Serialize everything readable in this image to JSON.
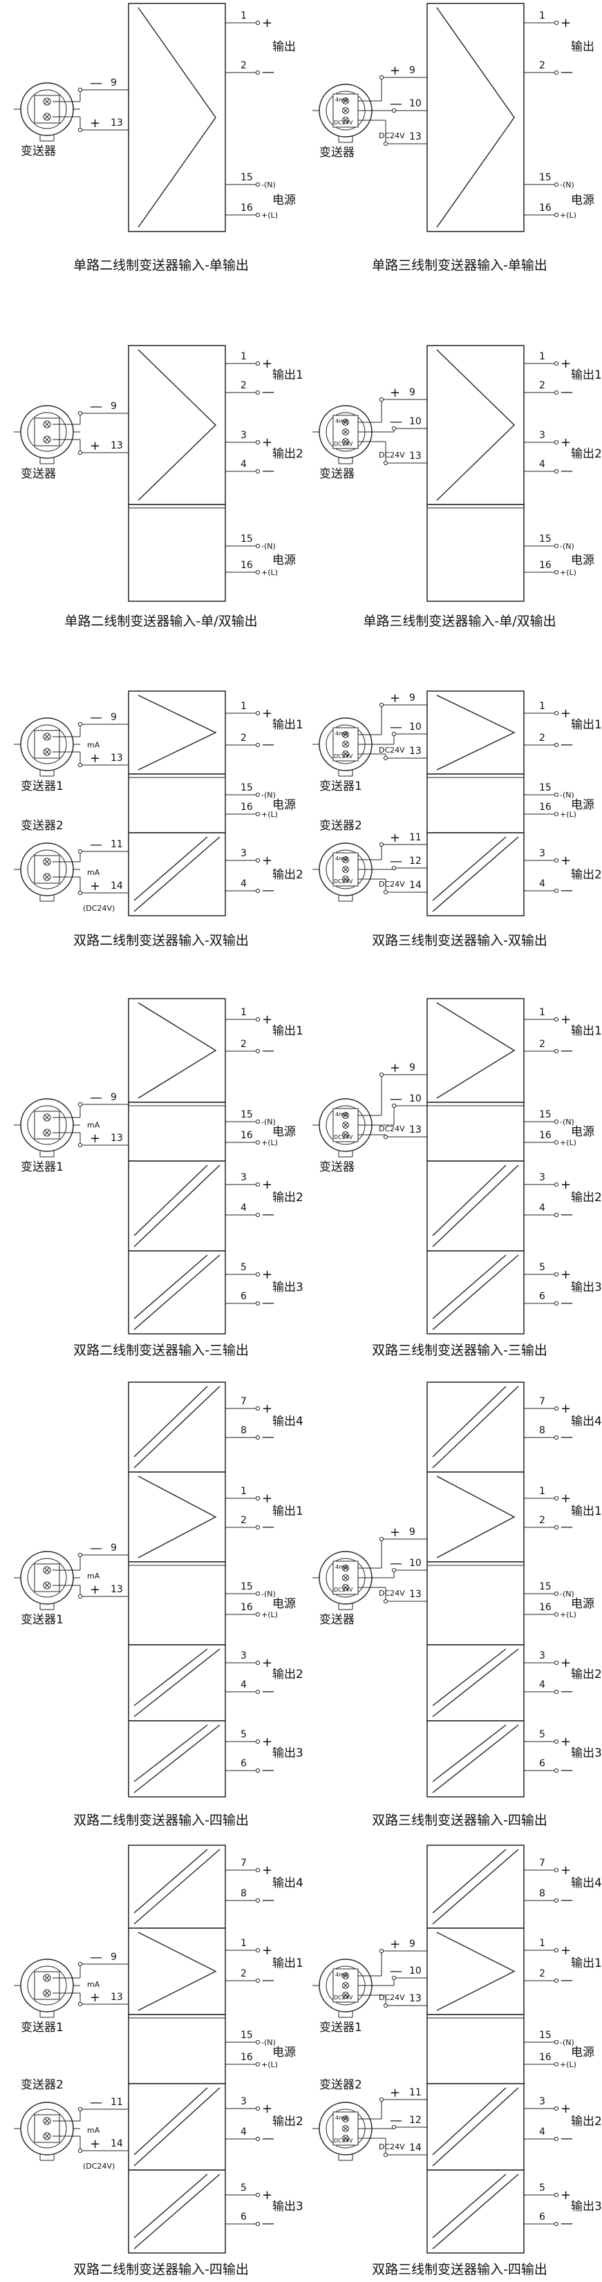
{
  "labels": {
    "output": "输出",
    "output_1": "输出1",
    "output_2": "输出2",
    "output_3": "输出3",
    "output_4": "输出4",
    "power": "电源",
    "neg_n": "-(N)",
    "pos_l": "+(L)",
    "transmitter": "变送器",
    "transmitter_1": "变送器1",
    "transmitter_2": "变送器2",
    "dc24v": "DC24V",
    "dc24v_paren": "(DC24V)",
    "ma": "mA",
    "four_ma": "4mA",
    "plus": "+",
    "minus": "—"
  },
  "diagrams": [
    {
      "caption": "单路二线制变送器输入-单输出"
    },
    {
      "caption": "单路三线制变送器输入-单输出"
    },
    {
      "caption": "单路二线制变送器输入-单/双输出"
    },
    {
      "caption": "单路三线制变送器输入-单/双输出"
    },
    {
      "caption": "双路二线制变送器输入-双输出"
    },
    {
      "caption": "双路三线制变送器输入-双输出"
    },
    {
      "caption": "双路二线制变送器输入-三输出"
    },
    {
      "caption": "双路三线制变送器输入-三输出"
    },
    {
      "caption": "双路二线制变送器输入-四输出"
    },
    {
      "caption": "双路三线制变送器输入-四输出"
    },
    {
      "caption": "双路二线制变送器输入-四输出"
    },
    {
      "caption": "双路三线制变送器输入-四输出"
    }
  ]
}
